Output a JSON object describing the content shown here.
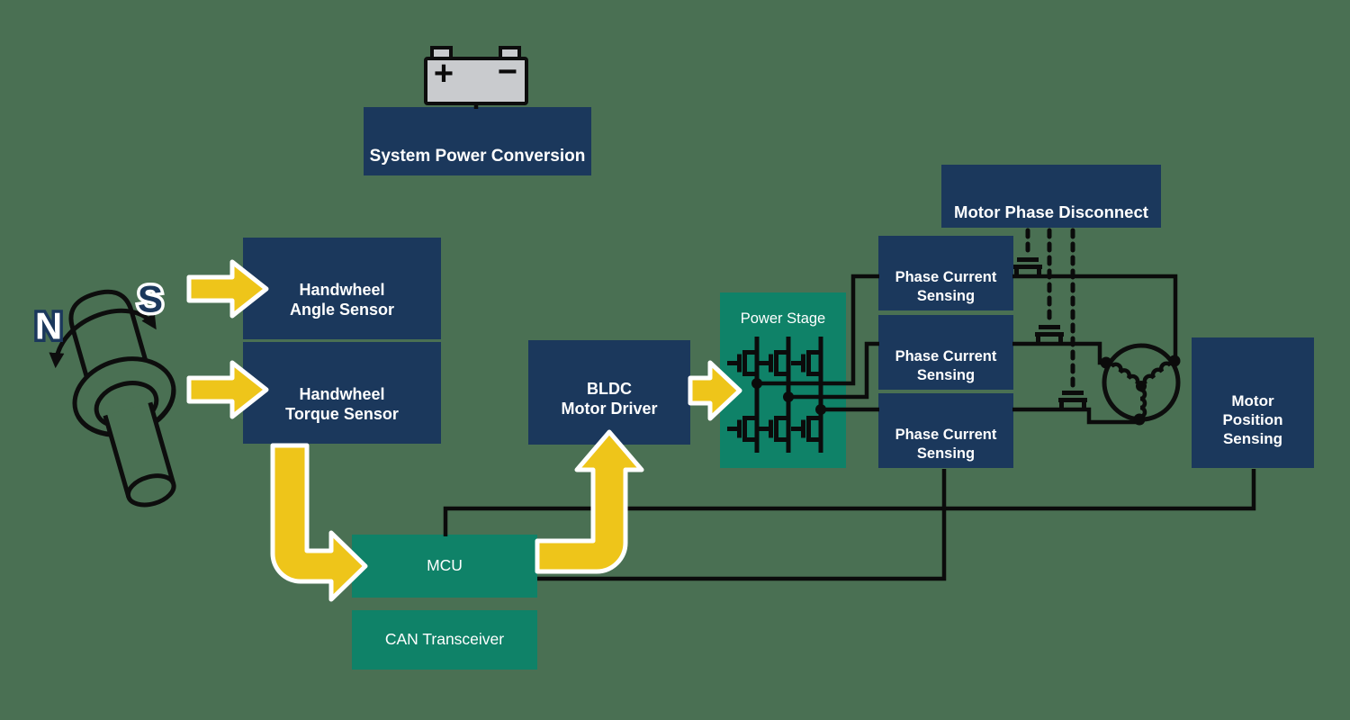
{
  "colors": {
    "background": "#4A7053",
    "box_navy": "#1B385C",
    "box_green": "#0F8268",
    "arrow_yellow": "#EEC51A",
    "line_black": "#0B0B0B",
    "battery_gray": "#C9CBCE",
    "text_white": "#FFFFFF"
  },
  "blocks": {
    "system_power_conversion": {
      "label": "System Power Conversion"
    },
    "handwheel_angle_sensor": {
      "line1": "Handwheel",
      "line2": "Angle Sensor"
    },
    "handwheel_torque_sensor": {
      "line1": "Handwheel",
      "line2": "Torque Sensor"
    },
    "bldc_motor_driver": {
      "line1": "BLDC",
      "line2": "Motor Driver"
    },
    "power_stage": {
      "label": "Power Stage"
    },
    "phase_current_sensing_1": {
      "line1": "Phase Current",
      "line2": "Sensing"
    },
    "phase_current_sensing_2": {
      "line1": "Phase Current",
      "line2": "Sensing"
    },
    "phase_current_sensing_3": {
      "line1": "Phase Current",
      "line2": "Sensing"
    },
    "motor_phase_disconnect": {
      "label": "Motor Phase Disconnect"
    },
    "motor_position_sensing": {
      "line1": "Motor",
      "line2": "Position",
      "line3": "Sensing"
    },
    "mcu": {
      "label": "MCU"
    },
    "can_transceiver": {
      "label": "CAN Transceiver"
    }
  },
  "magnet": {
    "north": "N",
    "south": "S"
  },
  "battery": {
    "positive": "+",
    "negative": "−"
  }
}
